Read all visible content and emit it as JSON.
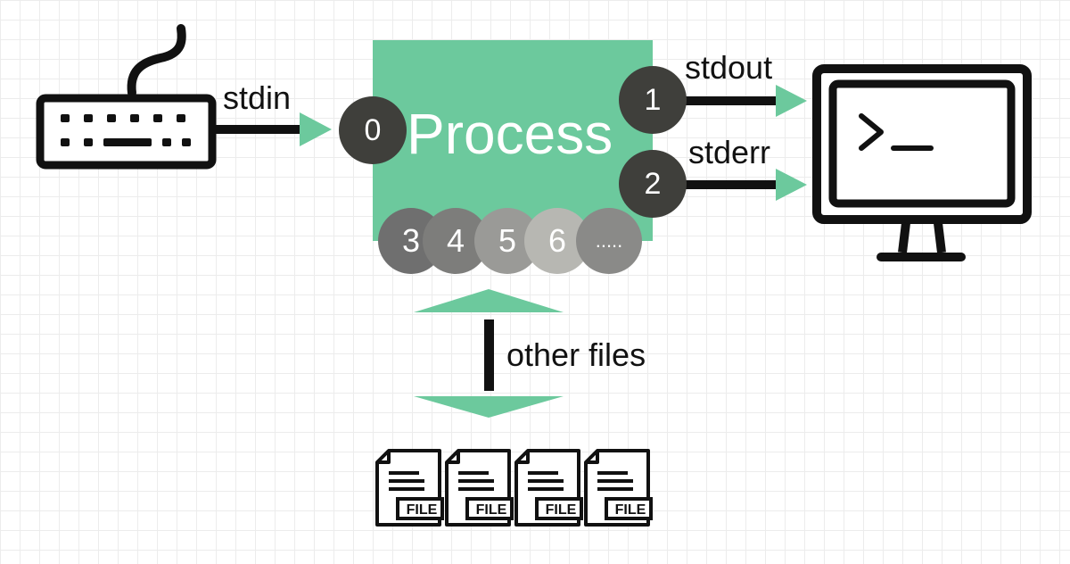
{
  "process": {
    "title": "Process"
  },
  "streams": {
    "stdin": "stdin",
    "stdout": "stdout",
    "stderr": "stderr",
    "other_files": "other files"
  },
  "descriptors": {
    "fd0": "0",
    "fd1": "1",
    "fd2": "2",
    "fd3": "3",
    "fd4": "4",
    "fd5": "5",
    "fd6": "6",
    "more": "....."
  },
  "files": {
    "label": "FILE"
  },
  "terminal": {
    "prompt": ">_"
  },
  "colors": {
    "accent_green": "#6cc99d",
    "dark_circle": "#3f3f3b",
    "fd3": "#6f6f6f",
    "fd4": "#7d7d7b",
    "fd5": "#9a9a97",
    "fd6": "#b7b7b2",
    "more": "#8a8a88"
  }
}
